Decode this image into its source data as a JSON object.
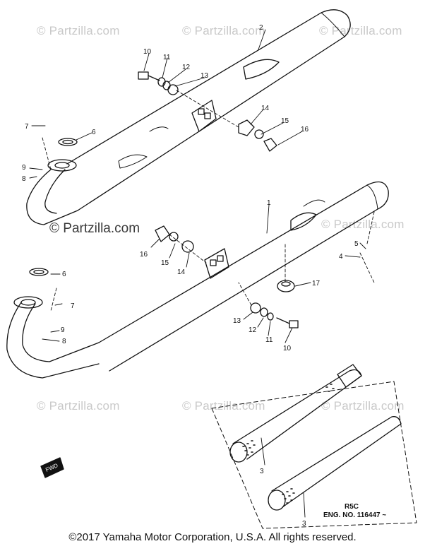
{
  "watermarks": {
    "faint": "© Partzilla.com",
    "main": "© Partzilla.com"
  },
  "callouts": {
    "c1": "1",
    "c2": "2",
    "c3a": "3",
    "c3b": "3",
    "c4": "4",
    "c5": "5",
    "c6a": "6",
    "c6b": "6",
    "c7a": "7",
    "c7b": "7",
    "c8a": "8",
    "c8b": "8",
    "c9a": "9",
    "c9b": "9",
    "c10a": "10",
    "c10b": "10",
    "c11a": "11",
    "c11b": "11",
    "c12a": "12",
    "c12b": "12",
    "c13a": "13",
    "c13b": "13",
    "c14a": "14",
    "c14b": "14",
    "c15a": "15",
    "c15b": "15",
    "c16a": "16",
    "c16b": "16",
    "c17": "17"
  },
  "variant_note": {
    "model": "R5C",
    "engine": "ENG. NO. 116447 ~"
  },
  "fwd_label": "FWD",
  "copyright": "©2017 Yamaha Motor Corporation, U.S.A. All rights reserved."
}
